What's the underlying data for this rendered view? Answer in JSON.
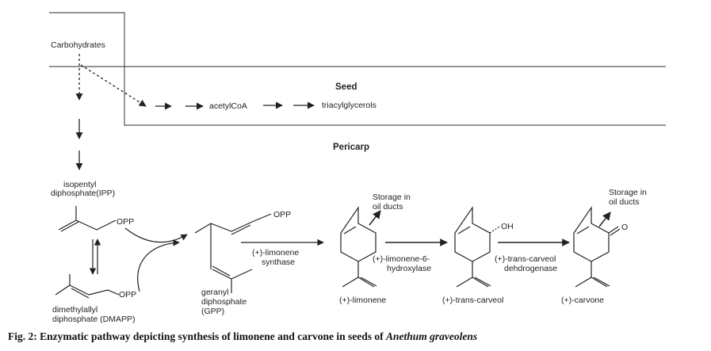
{
  "diagram": {
    "compartments": {
      "seed": "Seed",
      "pericarp": "Pericarp"
    },
    "top_flow": {
      "carbohydrates": "Carbohydrates",
      "acetyl_coa": "acetylCoA",
      "triacylglycerols": "triacylglycerols"
    },
    "precursors": {
      "ipp_line1": "isopentyl",
      "ipp_line2": "diphosphate(IPP)",
      "dmapp_line1": "dimethylallyl",
      "dmapp_line2": "diphosphate (DMAPP)",
      "gpp_line1": "geranyl",
      "gpp_line2": "diphosphate",
      "gpp_line3": "(GPP)",
      "opp": "OPP"
    },
    "enzymes": {
      "limonene_synthase_1": "(+)-limonene",
      "limonene_synthase_2": "synthase",
      "hydroxylase_1": "(+)-limonene-6-",
      "hydroxylase_2": "hydroxylase",
      "dehydrogenase_1": "(+)-trans-carveol",
      "dehydrogenase_2": "dehdrogenase"
    },
    "products": {
      "limonene": "(+)-limonene",
      "carveol": "(+)-trans-carveol",
      "carvone": "(+)-carvone",
      "oh": "OH",
      "o": "O"
    },
    "storage": {
      "line1": "Storage in",
      "line2": "oil ducts"
    }
  },
  "caption": {
    "prefix": "Fig. 2: Enzymatic pathway depicting synthesis of limonene and carvone in seeds of ",
    "species": "Anethum graveolens"
  }
}
